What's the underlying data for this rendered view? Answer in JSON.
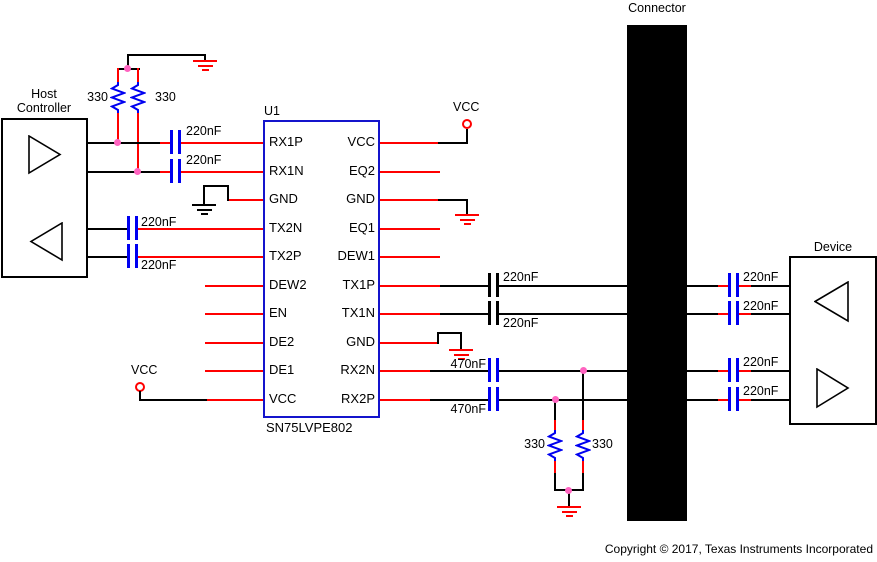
{
  "colors": {
    "wire_signal": "#ff0000",
    "wire_plain": "#000000",
    "component_blue": "#0000f0",
    "ic_border_blue": "#1414cc",
    "junction_dot_pink": "#ff63c0",
    "connector_fill": "#000000"
  },
  "host": {
    "label_line1": "Host",
    "label_line2": "Controller"
  },
  "device": {
    "label": "Device"
  },
  "connector": {
    "label": "Connector"
  },
  "ic": {
    "refdes": "U1",
    "part": "SN75LVPE802",
    "left_pins": [
      "RX1P",
      "RX1N",
      "GND",
      "TX2N",
      "TX2P",
      "DEW2",
      "EN",
      "DE2",
      "DE1",
      "VCC"
    ],
    "right_pins": [
      "VCC",
      "EQ2",
      "GND",
      "EQ1",
      "DEW1",
      "TX1P",
      "TX1N",
      "GND",
      "RX2N",
      "RX2P"
    ]
  },
  "power": {
    "vcc_top": "VCC",
    "vcc_left": "VCC"
  },
  "resistors": {
    "top_left_1": "330",
    "top_left_2": "330",
    "bottom_1": "330",
    "bottom_2": "330"
  },
  "capacitors": {
    "host_rx1p": "220nF",
    "host_rx1n": "220nF",
    "host_tx2n": "220nF",
    "host_tx2p": "220nF",
    "tx1p": "220nF",
    "tx1n": "220nF",
    "rx2n": "470nF",
    "rx2p": "470nF",
    "dev_tx1p": "220nF",
    "dev_tx1n": "220nF",
    "dev_rx2n": "220nF",
    "dev_rx2p": "220nF"
  },
  "footer": {
    "copyright": "Copyright © 2017, Texas Instruments Incorporated"
  }
}
